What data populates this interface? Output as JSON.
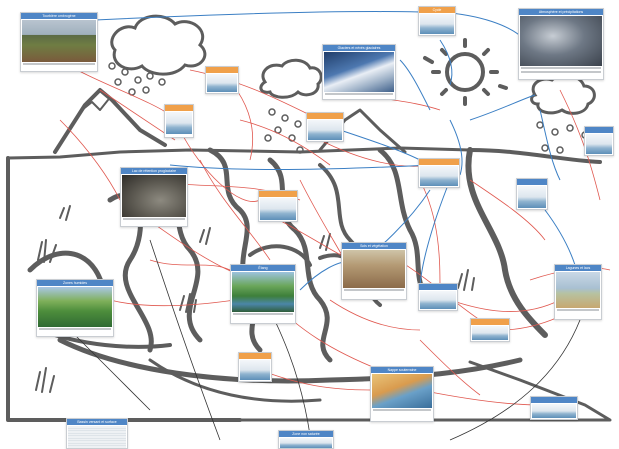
{
  "cards": {
    "wetland_tl": {
      "title": "Tourbière ombrogène"
    },
    "atmosphere": {
      "title": "Atmosphère et précipitations"
    },
    "glacier": {
      "title": "Glaciers et névés glaciaires"
    },
    "rock_cover": {
      "title": "Lac de rétention proglaciaire"
    },
    "pond": {
      "title": "Étang"
    },
    "soil": {
      "title": "Sols et végétation"
    },
    "marsh": {
      "title": "Zones humides"
    },
    "lake": {
      "title": "Lagunes et lacs"
    },
    "geology": {
      "title": "Nappe souterraine"
    },
    "table_card": {
      "title": "Bassin versant et surface"
    },
    "bottom_card": {
      "title": "Zone non saturée"
    },
    "cycle_top": {
      "title": "Cycle"
    }
  },
  "colors": {
    "arrow_red": "#e0584f",
    "arrow_blue": "#3b7fc4",
    "sketch": "#5d5d5d",
    "header_blue": "#4f86c6",
    "header_orange": "#f0a04a"
  },
  "icons": [
    "cloud-icon",
    "sun-icon",
    "mountain-icon",
    "rain-drops-icon",
    "grass-tuft-icon"
  ]
}
